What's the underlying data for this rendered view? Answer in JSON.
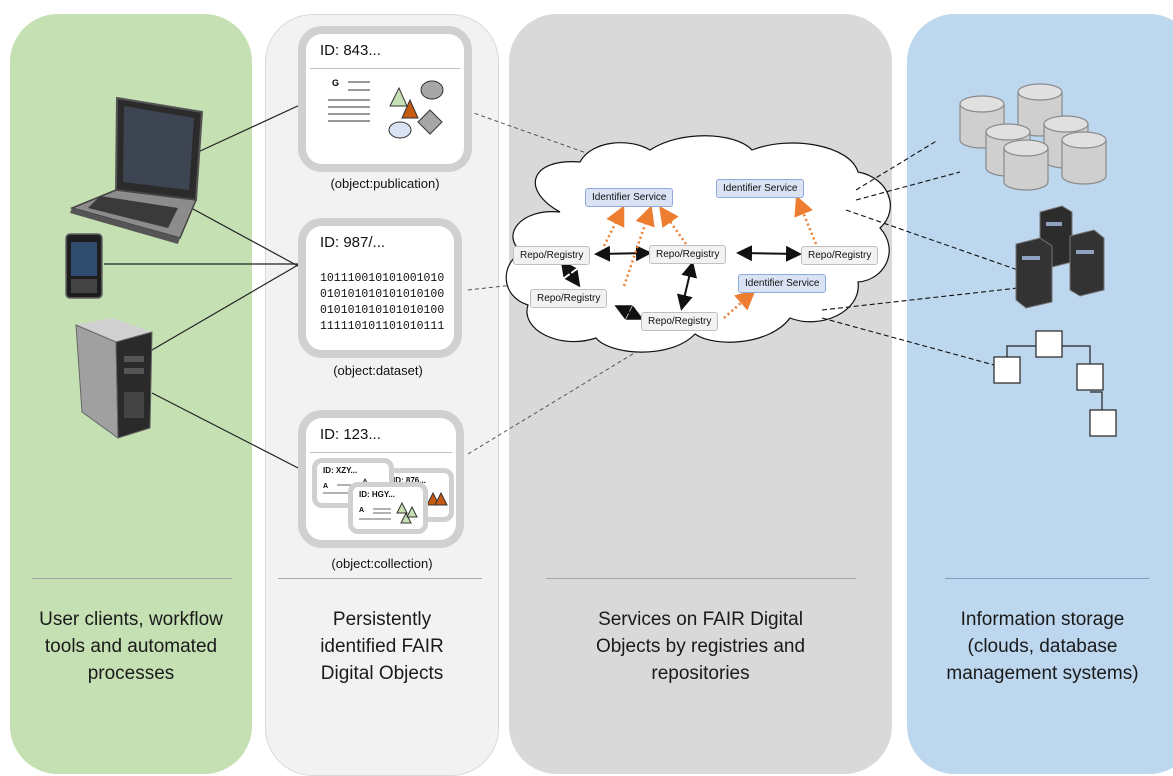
{
  "columns": {
    "users": {
      "caption": [
        "User clients, workflow",
        "tools and automated",
        "processes"
      ],
      "color": "#c5e0b3"
    },
    "objects": {
      "caption": [
        "Persistently",
        "identified FAIR",
        "Digital Objects"
      ],
      "color": "#f2f2f2"
    },
    "services": {
      "caption": [
        "Services on FAIR Digital",
        "Objects by registries and",
        "repositories"
      ],
      "color": "#d9d9d9"
    },
    "storage": {
      "caption": [
        "Information storage",
        "(clouds, database",
        "management systems)"
      ],
      "color": "#bdd7ee"
    }
  },
  "objects": [
    {
      "id": "ID: 843...",
      "label": "(object:publication)"
    },
    {
      "id": "ID: 987/...",
      "label": "(object:dataset)",
      "binary": [
        "101110010101001010",
        "010101010101010100",
        "010101010101010100",
        "111110101101010111"
      ]
    },
    {
      "id": "ID: 123...",
      "label": "(object:collection)",
      "members": [
        "ID: XZY...",
        "ID: 876...",
        "ID: HGY..."
      ]
    }
  ],
  "mini_letters": {
    "publication": "G",
    "member": "A"
  },
  "cloud": {
    "identifier_service": "Identifier Service",
    "repo_registry": "Repo/Registry"
  },
  "icons": [
    "laptop-icon",
    "phone-icon",
    "server-tower-icon",
    "database-cylinders-icon",
    "server-rack-icon",
    "tree-structure-icon"
  ],
  "colors": {
    "dashed_link": "#555555",
    "orange_arrow": "#ed7d31",
    "id_box": "#dae3f3",
    "repo_box": "#f2f2f2"
  }
}
